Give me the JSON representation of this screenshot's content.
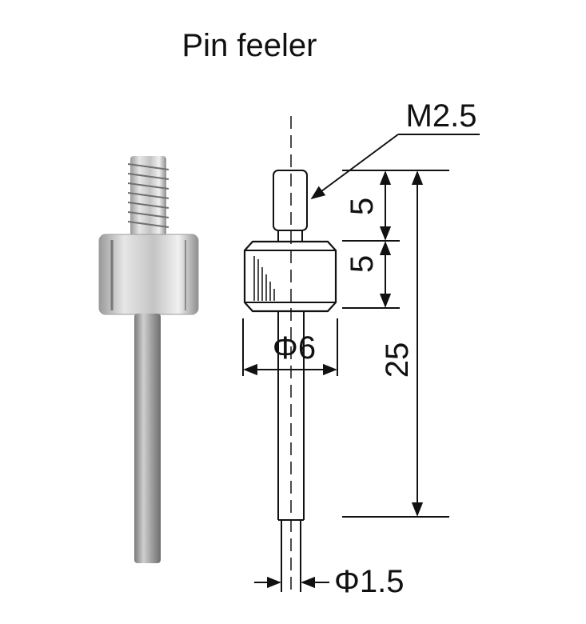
{
  "title": "Pin feeler",
  "labels": {
    "thread": "M2.5",
    "len_thread": "5",
    "len_head": "5",
    "len_total": "25",
    "dia_head": "Φ6",
    "dia_pin": "Φ1.5"
  }
}
